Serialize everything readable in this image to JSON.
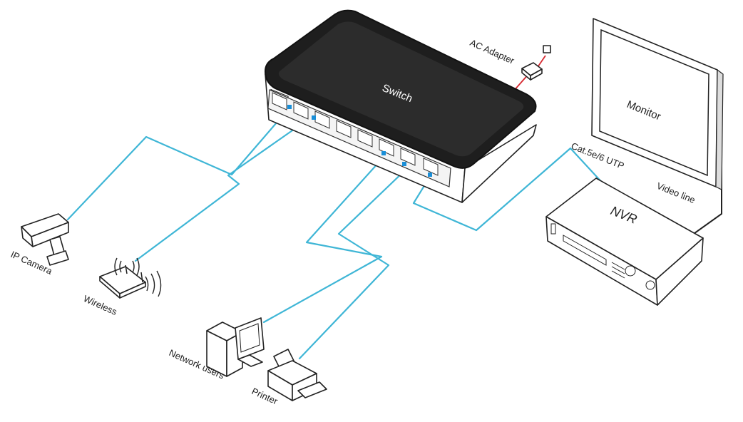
{
  "labels": {
    "switch": "Switch",
    "ac_adapter": "AC Adapter",
    "monitor": "Monitor",
    "cable_type": "Cat.5e/6 UTP",
    "video_line": "Video line",
    "nvr": "NVR",
    "ip_camera": "IP Camera",
    "wireless": "Wireless",
    "network_users": "Network users",
    "printer": "Printer"
  },
  "colors": {
    "cable": "#3fb6d6",
    "power_cable": "#d6262e",
    "port_led": "#1a8fd8",
    "outline": "#222222"
  },
  "icons": [
    "switch-icon",
    "ac-adapter-icon",
    "monitor-icon",
    "nvr-icon",
    "ip-camera-icon",
    "wireless-router-icon",
    "desktop-computer-icon",
    "printer-icon"
  ]
}
